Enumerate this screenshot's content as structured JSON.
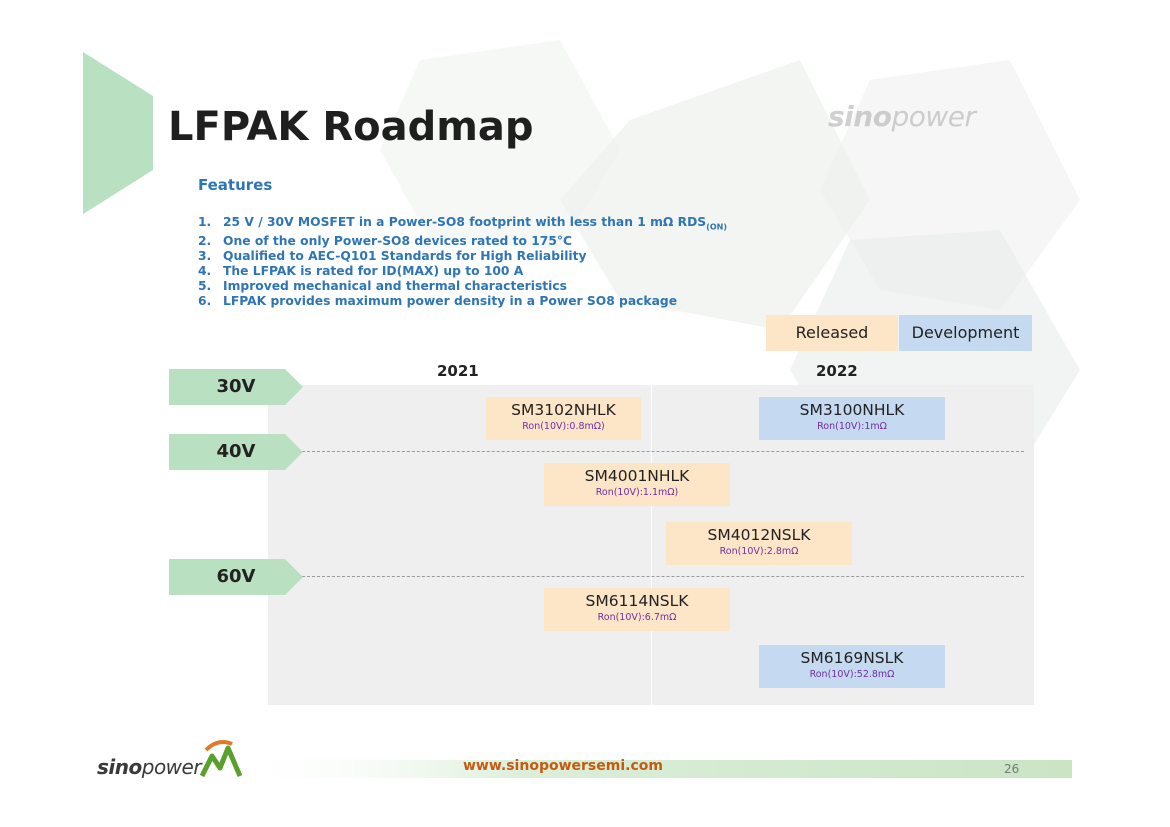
{
  "title": "LFPAK Roadmap",
  "brand": {
    "name_bold": "sino",
    "name_light": "power"
  },
  "features": {
    "heading": "Features",
    "items": [
      {
        "num": "1.",
        "text": "25 V / 30V MOSFET in a Power-SO8 footprint with less than 1 mΩ RDS",
        "sub": "(ON)"
      },
      {
        "num": "2.",
        "text": "One of the only Power-SO8 devices rated to 175°C"
      },
      {
        "num": "3.",
        "text": "Qualified to AEC-Q101 Standards for High Reliability"
      },
      {
        "num": "4.",
        "text": "The LFPAK is rated for ID(MAX) up to 100 A"
      },
      {
        "num": "5.",
        "text": "Improved mechanical and thermal characteristics"
      },
      {
        "num": "6.",
        "text": "LFPAK provides maximum power density in a Power SO8 package"
      }
    ]
  },
  "legend": {
    "released": "Released",
    "development": "Development"
  },
  "colors": {
    "released": "#fde6c8",
    "development": "#c5daf0",
    "voltage_tag": "#b9e0c1",
    "ron_text": "#7030a0",
    "feature_text": "#2e75b6",
    "url_text": "#c55a11"
  },
  "roadmap": {
    "years": [
      "2021",
      "2022"
    ],
    "voltages": [
      "30V",
      "40V",
      "60V"
    ],
    "products": [
      {
        "name": "SM3102NHLK",
        "ron": "Ron(10V):0.8mΩ)",
        "status": "released"
      },
      {
        "name": "SM3100NHLK",
        "ron": "Ron(10V):1mΩ",
        "status": "development"
      },
      {
        "name": "SM4001NHLK",
        "ron": "Ron(10V):1.1mΩ)",
        "status": "released"
      },
      {
        "name": "SM4012NSLK",
        "ron": "Ron(10V):2.8mΩ",
        "status": "released"
      },
      {
        "name": "SM6114NSLK",
        "ron": "Ron(10V):6.7mΩ",
        "status": "released"
      },
      {
        "name": "SM6169NSLK",
        "ron": "Ron(10V):52.8mΩ",
        "status": "development"
      }
    ]
  },
  "footer": {
    "logo_bold": "sino",
    "logo_light": "power",
    "url": "www.sinopowersemi.com",
    "page": "26"
  }
}
